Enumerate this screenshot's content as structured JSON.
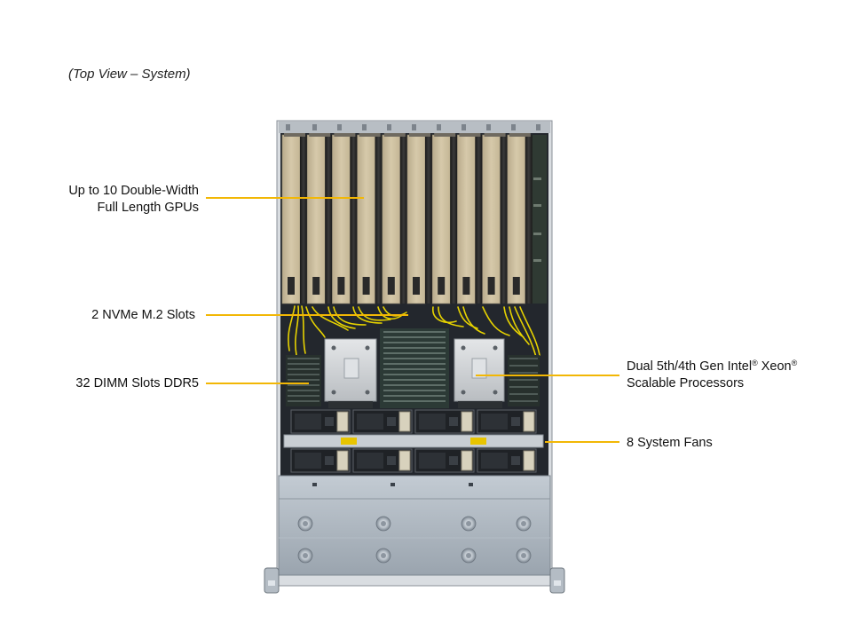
{
  "caption": "(Top View – System)",
  "callouts": {
    "gpus": {
      "line1": "Up to 10 Double-Width",
      "line2": "Full Length GPUs"
    },
    "nvme": {
      "text": "2 NVMe M.2 Slots"
    },
    "dimm": {
      "text": "32 DIMM Slots DDR5"
    },
    "cpu": {
      "line1_a": "Dual 5th/4th Gen Intel",
      "reg": "®",
      "line1_b": " Xeon",
      "reg2": "®",
      "line2": "Scalable Processors"
    },
    "fans": {
      "text": "8 System Fans"
    }
  },
  "colors": {
    "callout_line": "#f2b705",
    "gpu_card": "#cfc0a1",
    "gpu_heatsink": "#2a2a2a",
    "chassis_dark": "#1c1f24",
    "cable_yellow": "#e6d200",
    "lid": "#a9b3bd"
  }
}
